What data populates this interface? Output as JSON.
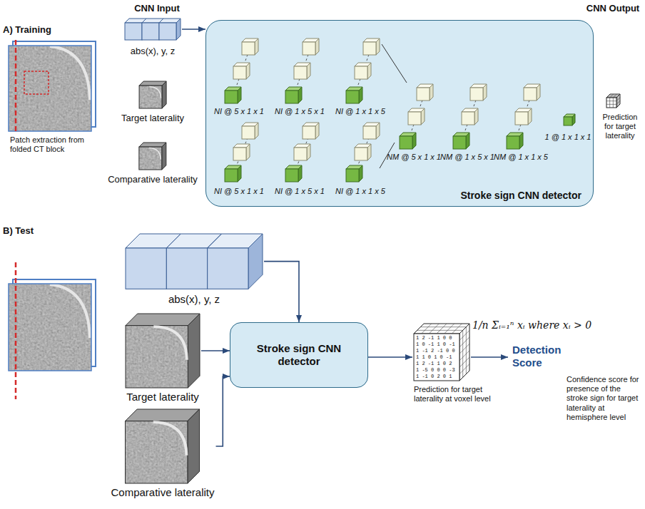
{
  "diagram": {
    "nodes": [
      {
        "text": [
          "abs(x), y, z"
        ]
      },
      {
        "text": [
          "Target laterality"
        ]
      },
      {
        "text": [
          "Comparative laterality"
        ]
      },
      {
        "text": [
          "Stroke sign CNN detector"
        ]
      },
      {
        "text": [
          "abs(x), y, z"
        ]
      },
      {
        "text": [
          "Target laterality"
        ]
      },
      {
        "text": [
          "Comparative laterality"
        ]
      },
      {
        "text": [
          "Stroke sign CNN detector"
        ]
      },
      {
        "text": [
          "Prediction for target laterality at voxel level"
        ]
      }
    ],
    "edges": [
      {
        "from": 0,
        "to": 3,
        "arrow": "to"
      },
      {
        "from": 4,
        "to": 7,
        "arrow": "to"
      },
      {
        "from": 5,
        "to": 7,
        "arrow": "to"
      },
      {
        "from": 6,
        "to": 7,
        "arrow": "to"
      },
      {
        "from": 7,
        "to": 8,
        "arrow": "to"
      }
    ],
    "labels": [
      "CNN Input",
      "CNN Output",
      "A) Training",
      "Patch extraction from folded CT block",
      "NI @ 5 x 1 x 1",
      "NI @ 1 x 5 x 1",
      "NI @ 1 x 1 x 5",
      "NI @ 5 x 1 x 1",
      "NI @ 1 x 5 x 1",
      "NI @ 1 x 1 x 5",
      "NM @ 5 x 1 x 1",
      "NM @ 1 x 5 x 1",
      "NM @ 1 x 1 x 5",
      "1 @ 1 x 1 x 1",
      "Prediction for target laterality",
      "B) Test",
      "1 2 -1 1 0 0",
      "1 0 -1 1 0 -1",
      "1 -1 2 -1 0 0",
      "1 1 0 1 0 -1",
      "1 2 -1 1 0 2",
      "1 -5 0 0 0 -3",
      "1 -1 0 2 0 1",
      "1/n Σᵢ₌₁ⁿ xᵢ where xᵢ > 0",
      "Detection Score",
      "Confidence score for presence of the stroke sign for target laterality at hemisphere level"
    ]
  }
}
